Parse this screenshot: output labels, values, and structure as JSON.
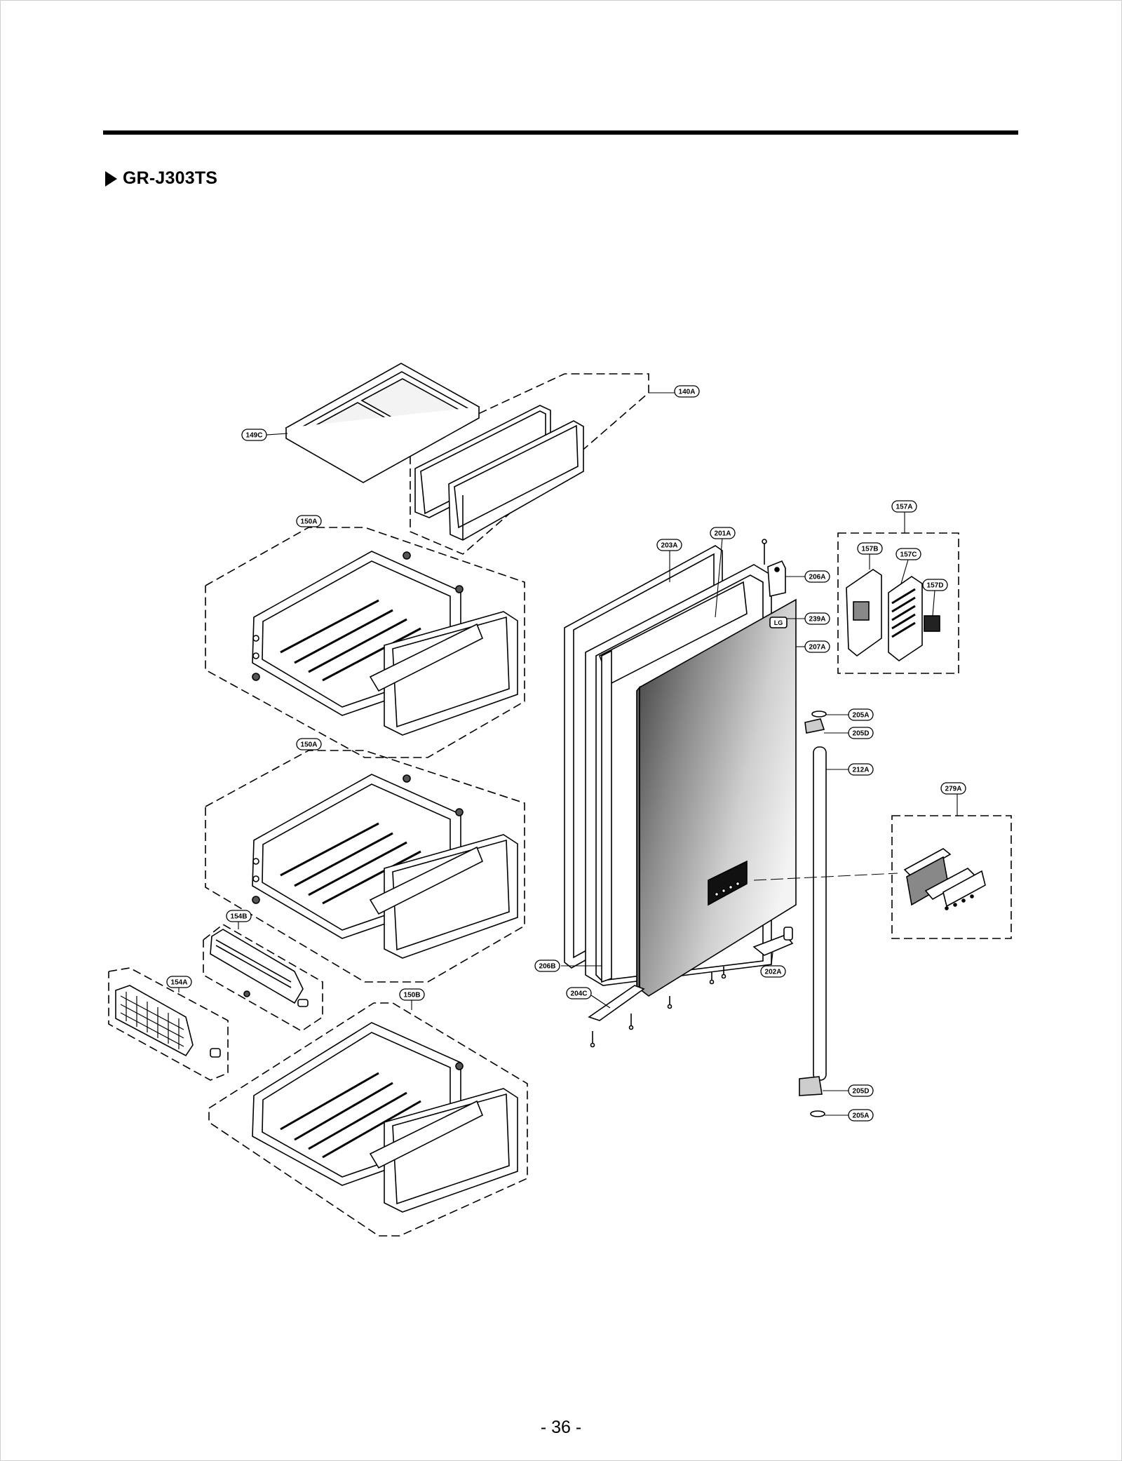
{
  "model": "GR-J303TS",
  "page_number": "- 36 -",
  "parts": [
    {
      "id": "140A",
      "label": "140A"
    },
    {
      "id": "149C",
      "label": "149C"
    },
    {
      "id": "150A-upper",
      "label": "150A"
    },
    {
      "id": "150A-lower",
      "label": "150A"
    },
    {
      "id": "150B",
      "label": "150B"
    },
    {
      "id": "154A",
      "label": "154A"
    },
    {
      "id": "154B",
      "label": "154B"
    },
    {
      "id": "157A",
      "label": "157A"
    },
    {
      "id": "157B",
      "label": "157B"
    },
    {
      "id": "157C",
      "label": "157C"
    },
    {
      "id": "157D",
      "label": "157D"
    },
    {
      "id": "201A",
      "label": "201A"
    },
    {
      "id": "202A",
      "label": "202A"
    },
    {
      "id": "203A",
      "label": "203A"
    },
    {
      "id": "204C",
      "label": "204C"
    },
    {
      "id": "205A-top",
      "label": "205A"
    },
    {
      "id": "205D-top",
      "label": "205D"
    },
    {
      "id": "205D-bottom",
      "label": "205D"
    },
    {
      "id": "205A-bottom",
      "label": "205A"
    },
    {
      "id": "206A",
      "label": "206A"
    },
    {
      "id": "206B",
      "label": "206B"
    },
    {
      "id": "207A",
      "label": "207A"
    },
    {
      "id": "212A",
      "label": "212A"
    },
    {
      "id": "239A",
      "label": "239A"
    },
    {
      "id": "279A",
      "label": "279A"
    }
  ],
  "logo_text": "LG"
}
